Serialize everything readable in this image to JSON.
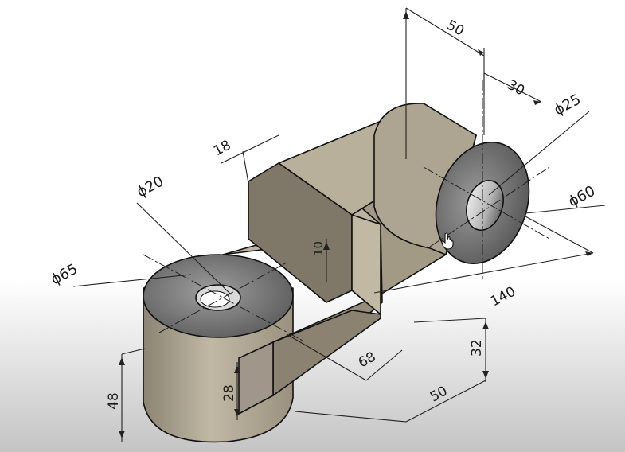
{
  "drawing": {
    "dimensions": {
      "top_length": "50",
      "boss_length": "30",
      "right_hole_dia": "ϕ25",
      "right_boss_dia": "ϕ60",
      "overall_length": "140",
      "rib_thickness": "18",
      "left_hole_dia": "ϕ20",
      "left_boss_dia": "ϕ65",
      "web_height": "10",
      "base_height": "32",
      "slot_length": "68",
      "base_width": "50",
      "left_cyl_height": "48",
      "slot_height": "28"
    }
  },
  "colors": {
    "background_top": "#ffffff",
    "background_bottom": "#c9c9c9",
    "part_body": "#b8ae9b",
    "part_shade": "#8f8676",
    "hole_face": "#6d6d6d",
    "outline": "#111111",
    "dimension_line": "#222222"
  },
  "icons": {
    "cursor": "hand-pointer-icon"
  }
}
